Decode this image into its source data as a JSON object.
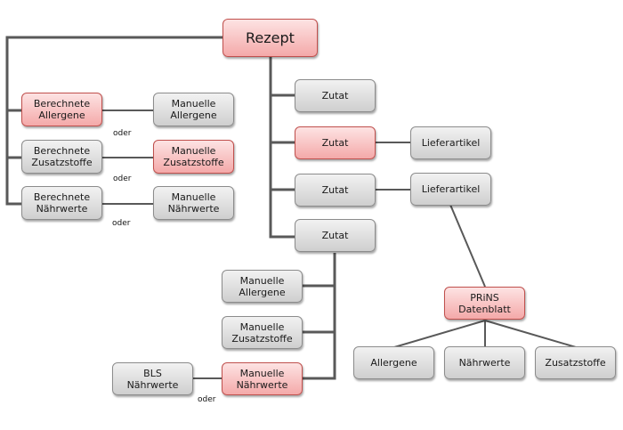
{
  "colors": {
    "highlight": "#f4a9a9",
    "neutral": "#d9d9d9",
    "connector": "#595959"
  },
  "nodes": {
    "rezept": "Rezept",
    "ber_allergene": "Berechnete\nAllergene",
    "man_allergene": "Manuelle\nAllergene",
    "ber_zusatz": "Berechnete\nZusatzstoffe",
    "man_zusatz": "Manuelle\nZusatzstoffe",
    "ber_naehr": "Berechnete\nNährwerte",
    "man_naehr": "Manuelle\nNährwerte",
    "zutat1": "Zutat",
    "zutat2": "Zutat",
    "zutat3": "Zutat",
    "zutat4": "Zutat",
    "liefer1": "Lieferartikel",
    "liefer2": "Lieferartikel",
    "z_man_allergene": "Manuelle\nAllergene",
    "z_man_zusatz": "Manuelle\nZusatzstoffe",
    "z_man_naehr": "Manuelle\nNährwerte",
    "bls_naehr": "BLS\nNährwerte",
    "prins": "PRiNS\nDatenblatt",
    "p_allergene": "Allergene",
    "p_naehr": "Nährwerte",
    "p_zusatz": "Zusatzstoffe"
  },
  "labels": {
    "oder1": "oder",
    "oder2": "oder",
    "oder3": "oder",
    "oder4": "oder"
  }
}
